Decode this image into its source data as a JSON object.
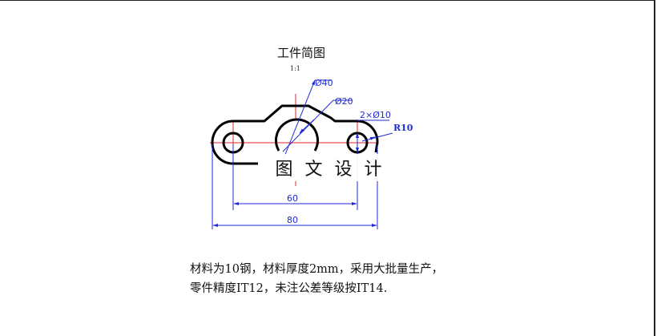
{
  "drawing": {
    "title": "工件简图",
    "scale": "1:1",
    "watermark": [
      "图",
      "文",
      "设",
      "计"
    ],
    "dimensions": {
      "big_diameter": "Ø40",
      "small_diameter": "Ø20",
      "holes": "2×Ø10",
      "radius": "R10",
      "hole_spacing": "60",
      "overall_length": "80"
    },
    "colors": {
      "outline": "#000000",
      "centerline": "#e0262b",
      "dimension": "#1f2bd6"
    }
  },
  "notes": {
    "line1": "材料为10钢，材料厚度2mm，采用大批量生产，",
    "line2": "零件精度IT12，未注公差等级按IT14."
  }
}
